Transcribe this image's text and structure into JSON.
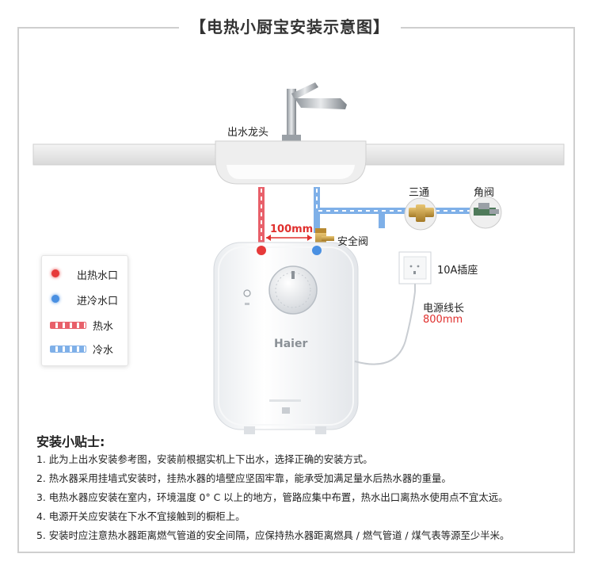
{
  "title": "【电热小厨宝安装示意图】",
  "labels": {
    "faucet": "出水龙头",
    "distance": "100mm",
    "safety_valve": "安全阀",
    "tee": "三通",
    "angle_valve": "角阀",
    "socket": "10A插座",
    "cord_title": "电源线长",
    "cord_length": "800mm",
    "brand": "Haier"
  },
  "legend": [
    {
      "label": "出热水口",
      "kind": "dot",
      "color": "#e63a3a"
    },
    {
      "label": "进冷水口",
      "kind": "dot",
      "color": "#4a90e2"
    },
    {
      "label": "热水",
      "kind": "bar",
      "color": "#e8606a"
    },
    {
      "label": "冷水",
      "kind": "bar",
      "color": "#7fb0e8"
    }
  ],
  "tips": {
    "title": "安装小贴士:",
    "items": [
      "1. 此为上出水安装参考图，安装前根据实机上下出水，选择正确的安装方式。",
      "2. 热水器采用挂墙式安装时，挂热水器的墙壁应坚固牢靠，能承受加满足量水后热水器的重量。",
      "3. 电热水器应安装在室内，环境温度 0° C 以上的地方，管路应集中布置，热水出口离热水使用点不宜太远。",
      "4. 电源开关应安装在下水不宜接触到的橱柜上。",
      "5. 安装时应注意热水器距离燃气管道的安全间隔，应保持热水器距离燃具 / 燃气管道 / 煤气表等源至少半米。"
    ]
  },
  "colors": {
    "hot": "#e8606a",
    "cold": "#7fb0e8",
    "accent": "#e0302e"
  }
}
